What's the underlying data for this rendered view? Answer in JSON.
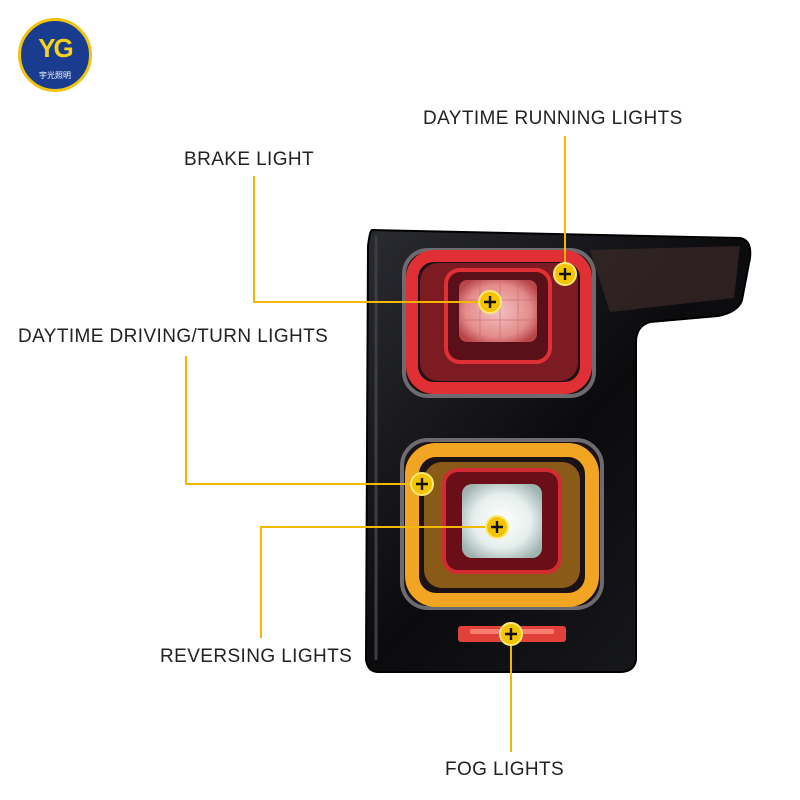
{
  "logo": {
    "mark": "YG",
    "text": "宇光照明"
  },
  "callouts": {
    "daytime_running": "DAYTIME RUNNING LIGHTS",
    "brake": "BRAKE LIGHT",
    "daytime_driving_turn": "DAYTIME DRIVING/TURN LIGHTS",
    "reversing": "REVERSING LIGHTS",
    "fog": "FOG LIGHTS"
  },
  "colors": {
    "leader": "#f5b800",
    "housing": "#0d0d10",
    "brake_red": "#d8262a",
    "turn_amber": "#f2a522",
    "reverse_white": "#e8f0ee"
  }
}
